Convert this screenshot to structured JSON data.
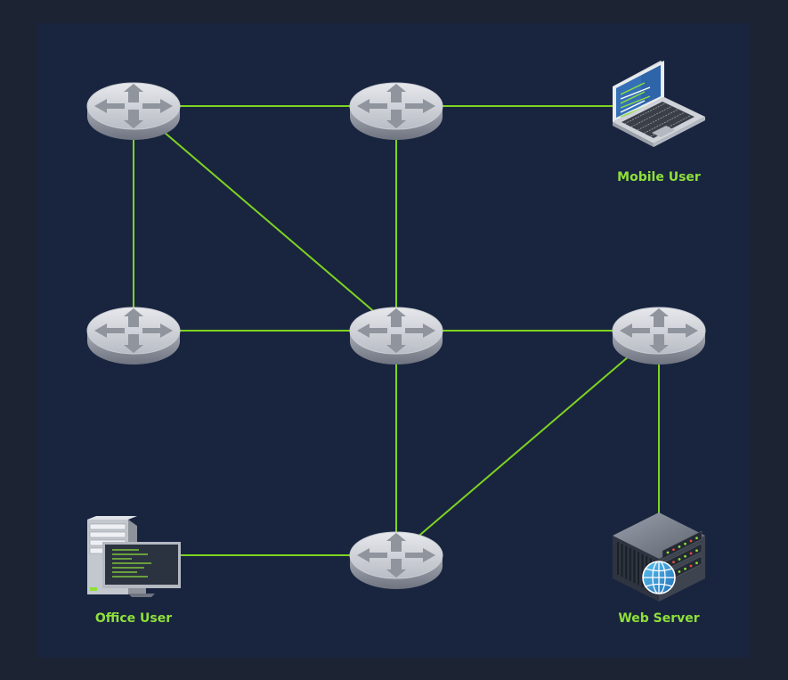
{
  "colors": {
    "background": "#1c2333",
    "panel": "#19253f",
    "link": "#7ed321",
    "label": "#8fe03a"
  },
  "nodes": [
    {
      "id": "r1",
      "icon": "router-icon"
    },
    {
      "id": "r2",
      "icon": "router-icon"
    },
    {
      "id": "r3",
      "icon": "router-icon"
    },
    {
      "id": "r4",
      "icon": "router-icon"
    },
    {
      "id": "r5",
      "icon": "router-icon"
    },
    {
      "id": "r6",
      "icon": "router-icon"
    },
    {
      "id": "mobile",
      "icon": "laptop-icon",
      "label": "Mobile User"
    },
    {
      "id": "office",
      "icon": "desktop-computer-icon",
      "label": "Office User"
    },
    {
      "id": "server",
      "icon": "web-server-icon",
      "label": "Web Server"
    }
  ],
  "links": [
    [
      "r1",
      "r2"
    ],
    [
      "r2",
      "mobile"
    ],
    [
      "r1",
      "r3"
    ],
    [
      "r1",
      "r4"
    ],
    [
      "r2",
      "r4"
    ],
    [
      "r3",
      "r4"
    ],
    [
      "r4",
      "r5"
    ],
    [
      "r4",
      "r6"
    ],
    [
      "r5",
      "r6"
    ],
    [
      "r5",
      "server"
    ],
    [
      "office",
      "r6"
    ]
  ]
}
